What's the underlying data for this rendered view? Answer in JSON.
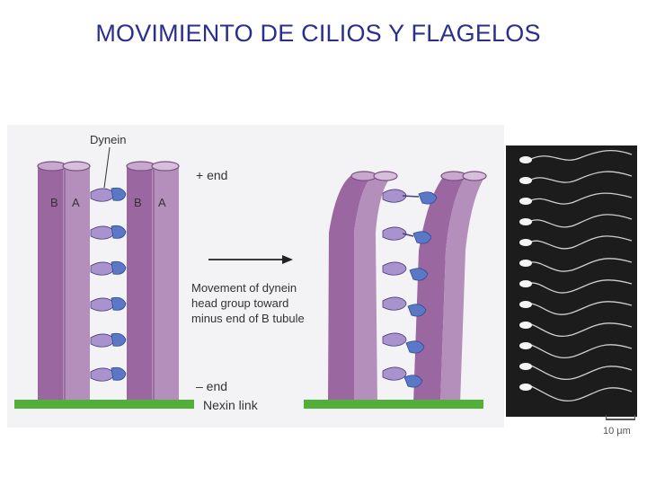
{
  "title": "MOVIMIENTO DE CILIOS Y FLAGELOS",
  "diagram": {
    "dynein_label": "Dynein",
    "plus_end_label": "+ end",
    "minus_end_label": "– end",
    "nexin_label": "Nexin link",
    "tubule_b_label": "B",
    "tubule_a_label": "A",
    "movement_lines": [
      "Movement of dynein",
      "head group toward",
      "minus end of B tubule"
    ]
  },
  "micrograph": {
    "scale_label": "10 μm"
  },
  "colors": {
    "title": "#2a2e8c",
    "tubule_dark": "#9a67a1",
    "tubule_light": "#b58fbb",
    "dynein_head": "#5a78c6",
    "dynein_body": "#a993cf",
    "nexin": "#52b03a",
    "panel_bg": "#f3f3f5"
  }
}
